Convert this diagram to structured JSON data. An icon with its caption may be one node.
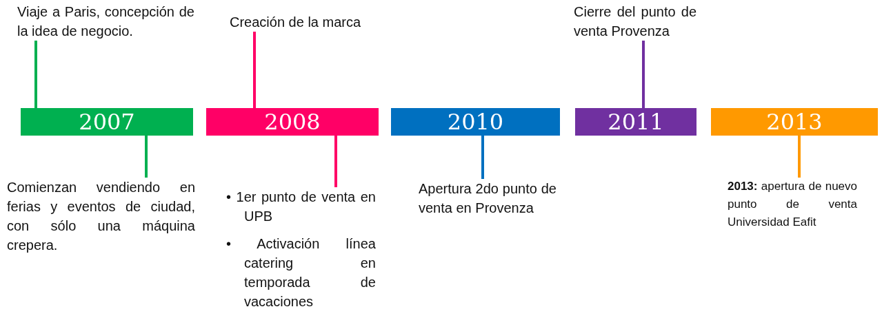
{
  "diagram": {
    "nodes": [
      {
        "text": [
          "Viaje a Paris, concepción de la idea de negocio."
        ]
      },
      {
        "text": [
          "2007"
        ]
      },
      {
        "text": [
          "Comienzan vendiendo en ferias y eventos de ciudad, con sólo una máquina crepera."
        ]
      },
      {
        "text": [
          "Creación de la marca"
        ]
      },
      {
        "text": [
          "2008"
        ]
      },
      {
        "text": [
          "• 1er punto de venta en UPB",
          "• Activación línea catering en temporada de vacaciones"
        ]
      },
      {
        "text": [
          "2010"
        ]
      },
      {
        "text": [
          "Apertura 2do punto de venta en Provenza"
        ]
      },
      {
        "text": [
          "Cierre del punto de venta Provenza"
        ]
      },
      {
        "text": [
          "2011"
        ]
      },
      {
        "text": [
          "2013"
        ]
      },
      {
        "text": [
          "**2013:** apertura de nuevo punto de venta Universidad Eafit"
        ]
      }
    ],
    "edges": [
      {
        "from": 0,
        "to": 1,
        "arrow": "none",
        "color": "#00b050"
      },
      {
        "from": 1,
        "to": 2,
        "arrow": "none",
        "color": "#00b050"
      },
      {
        "from": 3,
        "to": 4,
        "arrow": "none",
        "color": "#ff0066"
      },
      {
        "from": 4,
        "to": 5,
        "arrow": "none",
        "color": "#ff0066"
      },
      {
        "from": 6,
        "to": 7,
        "arrow": "none",
        "color": "#0070c0"
      },
      {
        "from": 8,
        "to": 9,
        "arrow": "none",
        "color": "#7030a0"
      },
      {
        "from": 10,
        "to": 11,
        "arrow": "none",
        "color": "#ff9900"
      }
    ]
  }
}
